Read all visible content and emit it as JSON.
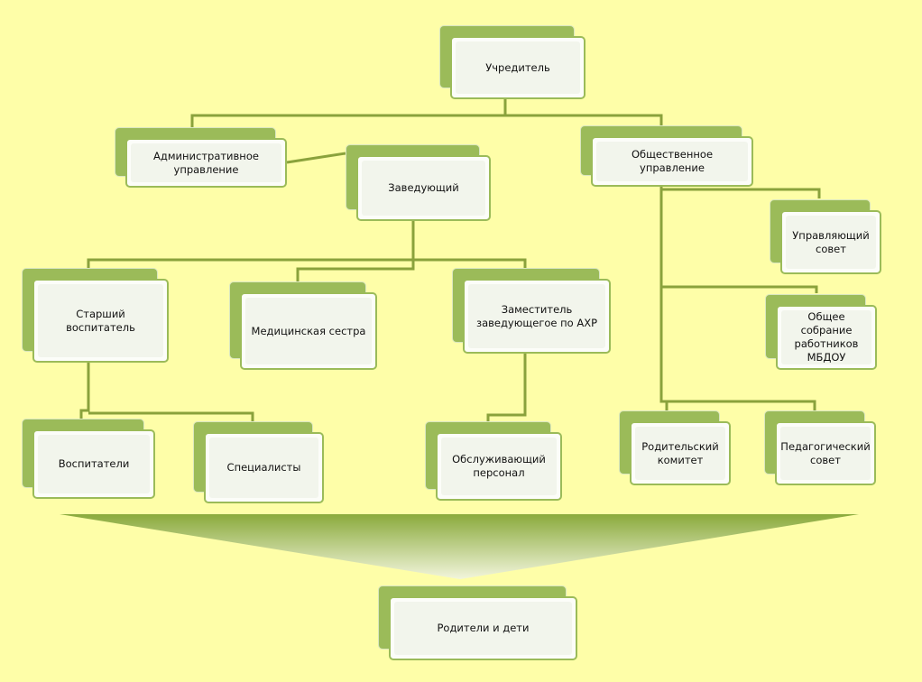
{
  "nodes": {
    "founder": "Учредитель",
    "admin": "Административное управление",
    "head": "Заведующий",
    "public": "Общественное управление",
    "board": "Управляющий совет",
    "staff_meeting": "Общее собрание работников МБДОУ",
    "senior_teacher": "Старший воспитатель",
    "nurse": "Медицинская сестра",
    "deputy": "Заместитель заведующегое по АХР",
    "parent_committee": "Родительский комитет",
    "ped_council": "Педагогический совет",
    "teachers": "Воспитатели",
    "specialists": "Специалисты",
    "service_staff": "Обслуживающий персонал",
    "parents_children": "Родители и дети"
  },
  "colors": {
    "background": "#fefea8",
    "node_accent": "#9bbb59",
    "node_face": "#fcfdf9",
    "connector": "#8aa23c"
  }
}
